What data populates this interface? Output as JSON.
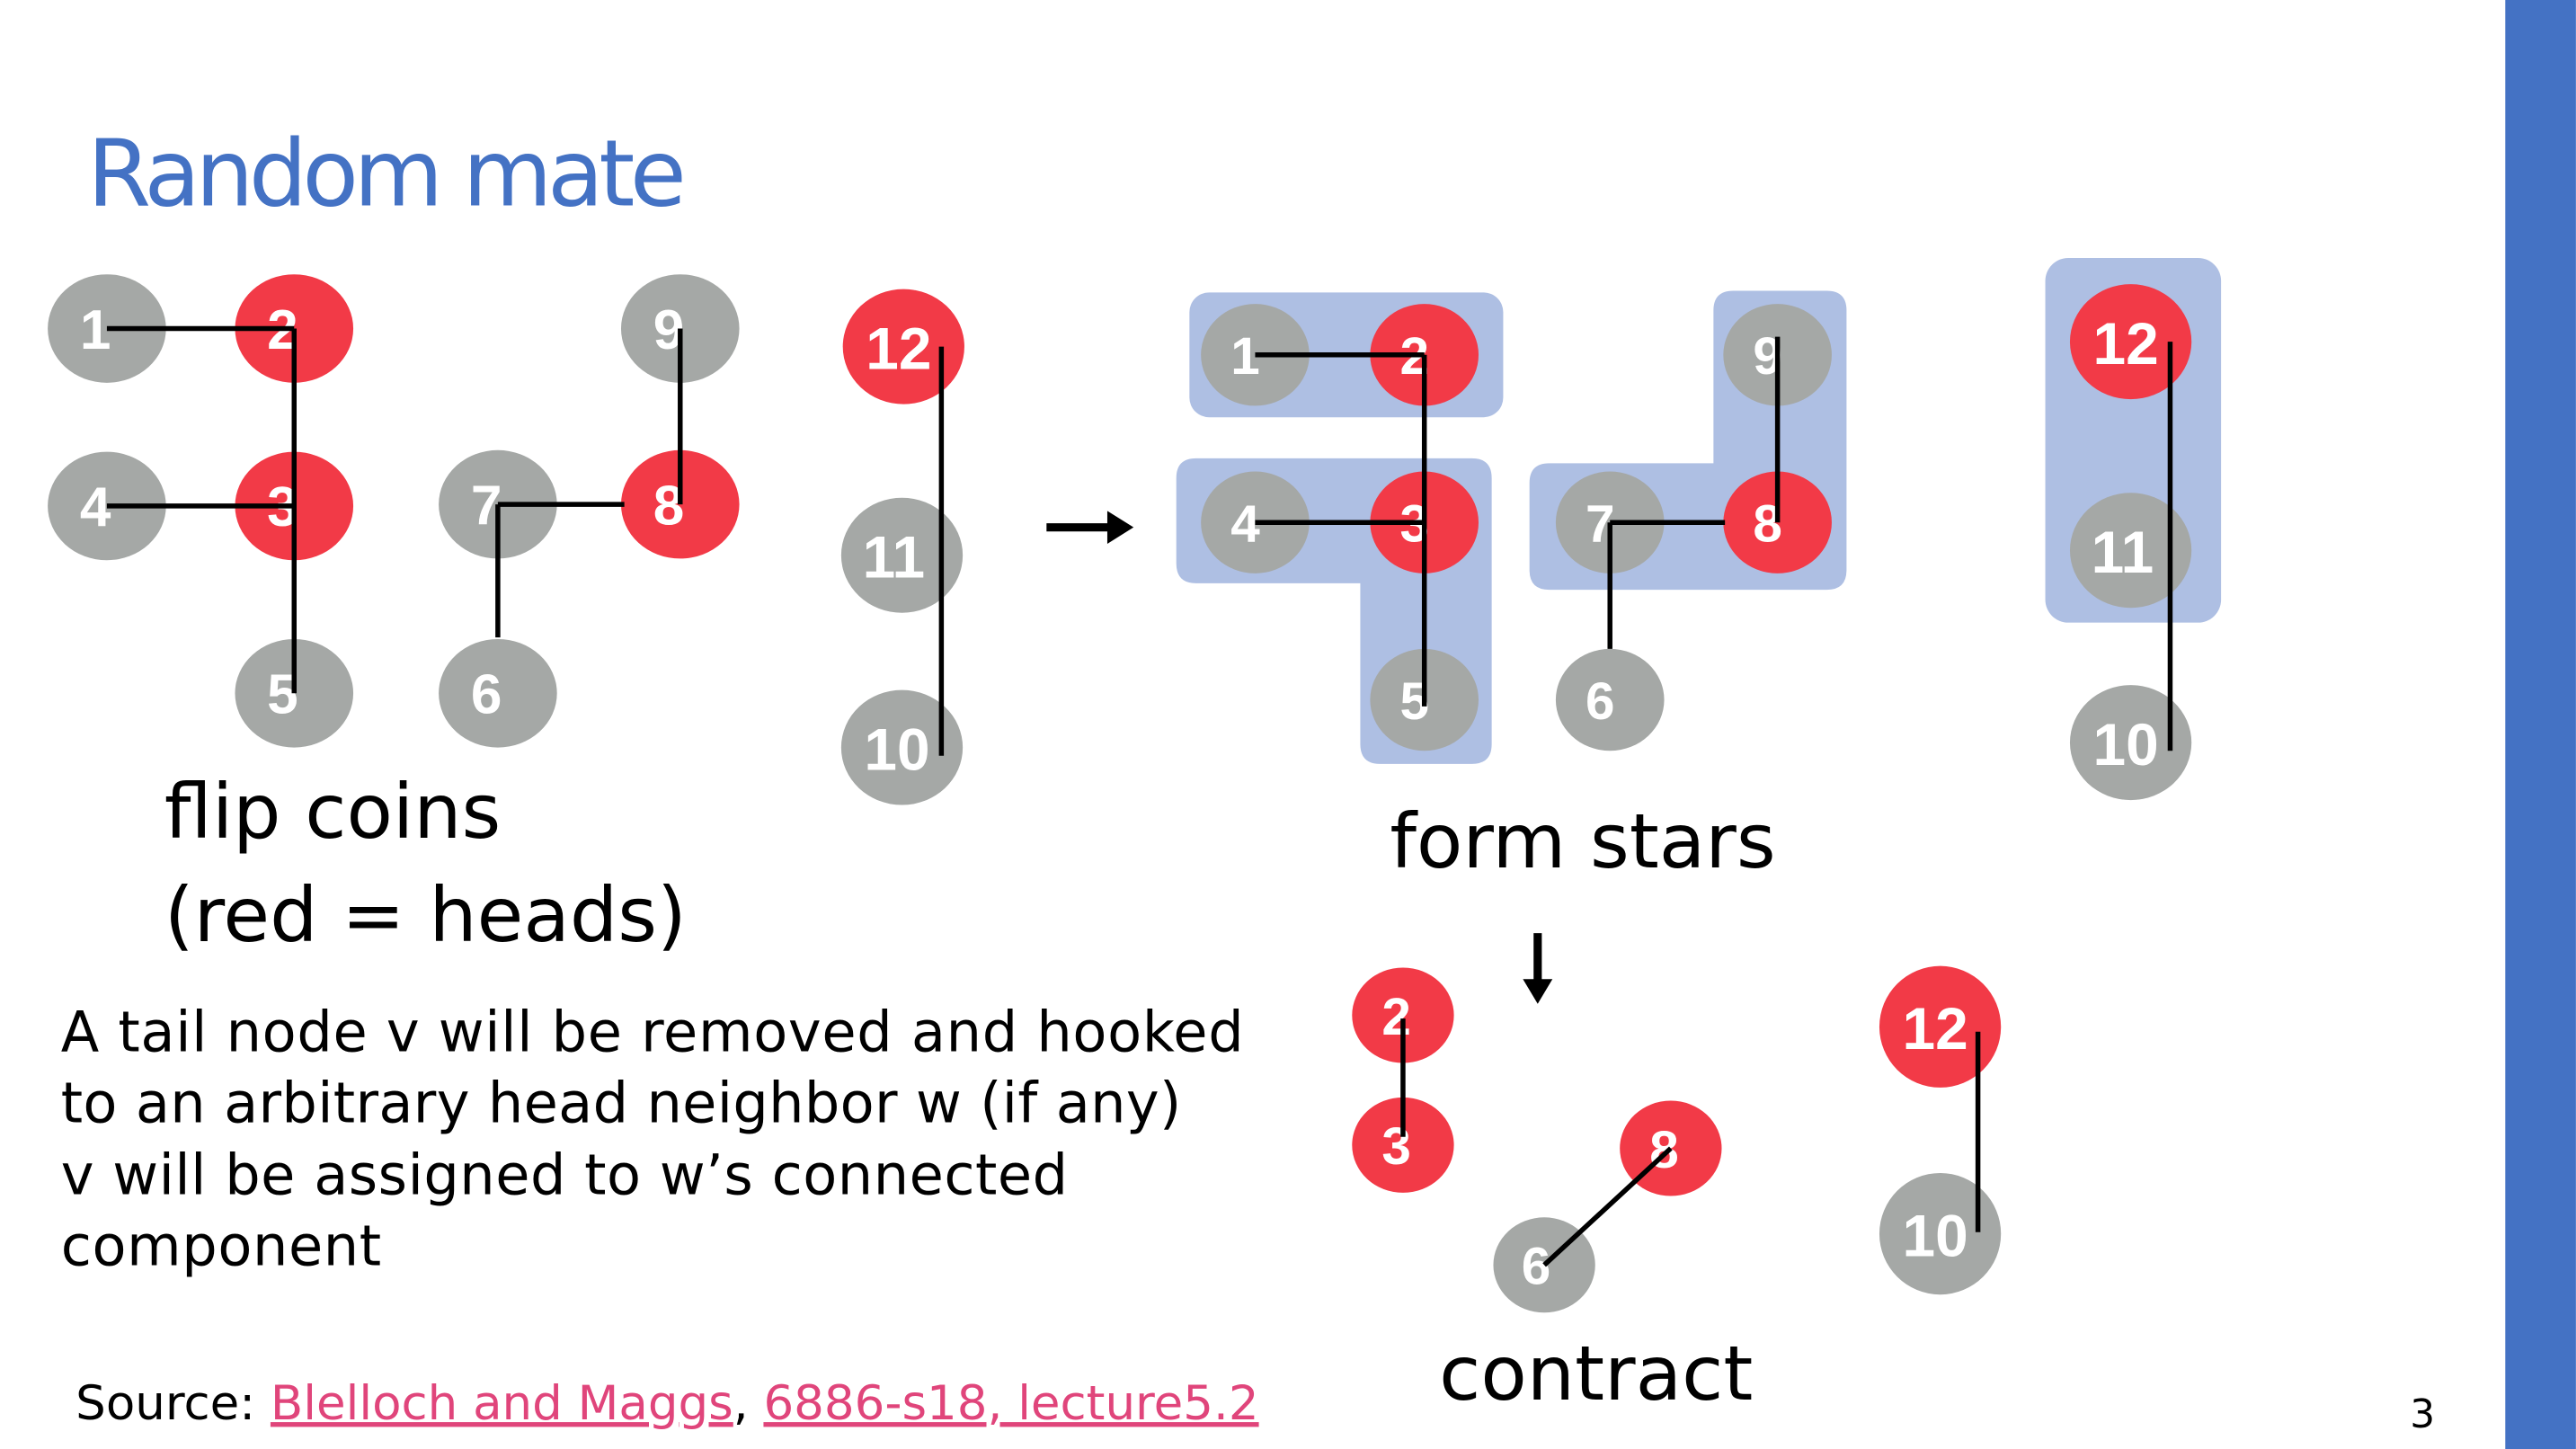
{
  "title": "Random mate",
  "colors": {
    "accent": "#4472c4",
    "head": "#f23a47",
    "tail": "#a5a8a6",
    "star_bg": "#aebfe3",
    "link": "#e0457b"
  },
  "labels": {
    "flip_coins": "flip coins",
    "red_heads": "(red = heads)",
    "form_stars": "form stars",
    "contract": "contract"
  },
  "description": [
    "A tail node v will be removed and hooked",
    "to an arbitrary head neighbor w (if any)",
    "v will be assigned to w’s connected",
    "component"
  ],
  "source": {
    "prefix": "Source: ",
    "link1": "Blelloch and Maggs",
    "sep": ", ",
    "link2": "6886-s18, lecture5.2"
  },
  "page_number": "3",
  "graphs": {
    "flip": {
      "nodes": {
        "n1": "1",
        "n2": "2",
        "n3": "3",
        "n4": "4",
        "n5": "5",
        "n6": "6",
        "n7": "7",
        "n8": "8",
        "n9": "9",
        "n10": "10",
        "n11": "11",
        "n12": "12"
      }
    },
    "stars": {
      "nodes": {
        "n1": "1",
        "n2": "2",
        "n3": "3",
        "n4": "4",
        "n5": "5",
        "n6": "6",
        "n7": "7",
        "n8": "8",
        "n9": "9",
        "n10": "10",
        "n11": "11",
        "n12": "12"
      }
    },
    "contract": {
      "nodes": {
        "n2": "2",
        "n3": "3",
        "n6": "6",
        "n8": "8",
        "n10": "10",
        "n12": "12"
      }
    }
  }
}
